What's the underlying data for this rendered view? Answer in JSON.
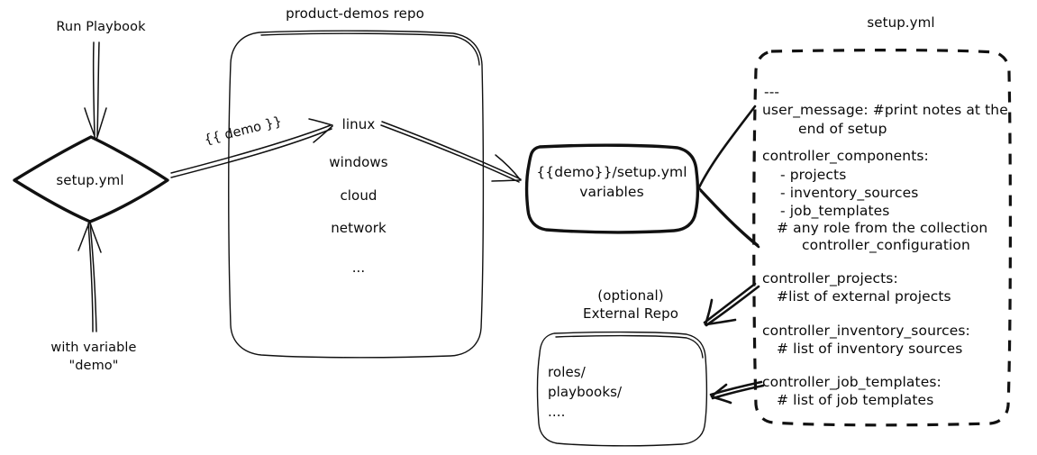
{
  "diagram": {
    "title": "product-demos setup.yml flow",
    "background": "#ffffff",
    "ink": "#111111"
  },
  "labels": {
    "run_playbook": "Run Playbook",
    "with_variable_line1": "with variable",
    "with_variable_line2": "\"demo\"",
    "demo_var": "{{ demo }}",
    "repo_title": "product-demos repo",
    "external_repo_line1": "(optional)",
    "external_repo_line2": "External Repo",
    "setup_yml_panel_title": "setup.yml"
  },
  "nodes": {
    "entry_diamond": {
      "label": "setup.yml"
    },
    "variables_box": {
      "line1": "{{demo}}/setup.yml",
      "line2": "variables"
    },
    "repo_box": {
      "items": [
        "linux",
        "windows",
        "cloud",
        "network",
        "..."
      ]
    },
    "external_repo_box": {
      "items": [
        "roles/",
        "playbooks/",
        "...."
      ]
    }
  },
  "setup_yml_panel": {
    "title": "setup.yml",
    "lines": [
      {
        "text": "---",
        "indent": 0
      },
      {
        "text": "user_message: #print notes at the",
        "indent": 0
      },
      {
        "text": "end of setup",
        "indent": 2
      },
      {
        "text": "",
        "indent": 0
      },
      {
        "text": "controller_components:",
        "indent": 0
      },
      {
        "text": "- projects",
        "indent": 1
      },
      {
        "text": "- inventory_sources",
        "indent": 1
      },
      {
        "text": "- job_templates",
        "indent": 1
      },
      {
        "text": "# any role from the collection",
        "indent": 1
      },
      {
        "text": "controller_configuration",
        "indent": 3
      },
      {
        "text": "",
        "indent": 0
      },
      {
        "text": "controller_projects:",
        "indent": 0
      },
      {
        "text": "#list of external projects",
        "indent": 1
      },
      {
        "text": "",
        "indent": 0
      },
      {
        "text": "controller_inventory_sources:",
        "indent": 0
      },
      {
        "text": "# list of inventory sources",
        "indent": 1
      },
      {
        "text": "",
        "indent": 0
      },
      {
        "text": "controller_job_templates:",
        "indent": 0
      },
      {
        "text": "# list of job templates",
        "indent": 1
      }
    ]
  },
  "connectors": [
    {
      "name": "run-playbook-to-diamond",
      "from": "Run Playbook",
      "to": "setup.yml diamond"
    },
    {
      "name": "with-variable-to-diamond",
      "from": "with variable \"demo\"",
      "to": "setup.yml diamond"
    },
    {
      "name": "diamond-to-linux",
      "from": "setup.yml diamond",
      "to": "linux",
      "label": "{{ demo }}"
    },
    {
      "name": "linux-to-variables",
      "from": "linux",
      "to": "{{demo}}/setup.yml variables"
    },
    {
      "name": "setup-panel-top-to-variables",
      "from": "setup.yml panel",
      "to": "{{demo}}/setup.yml variables"
    },
    {
      "name": "setup-panel-bottom-to-variables",
      "from": "setup.yml panel",
      "to": "{{demo}}/setup.yml variables"
    },
    {
      "name": "controller-projects-to-external-repo",
      "from": "controller_projects",
      "to": "External Repo"
    },
    {
      "name": "controller-job-templates-to-external-repo",
      "from": "controller_job_templates",
      "to": "External Repo"
    }
  ]
}
